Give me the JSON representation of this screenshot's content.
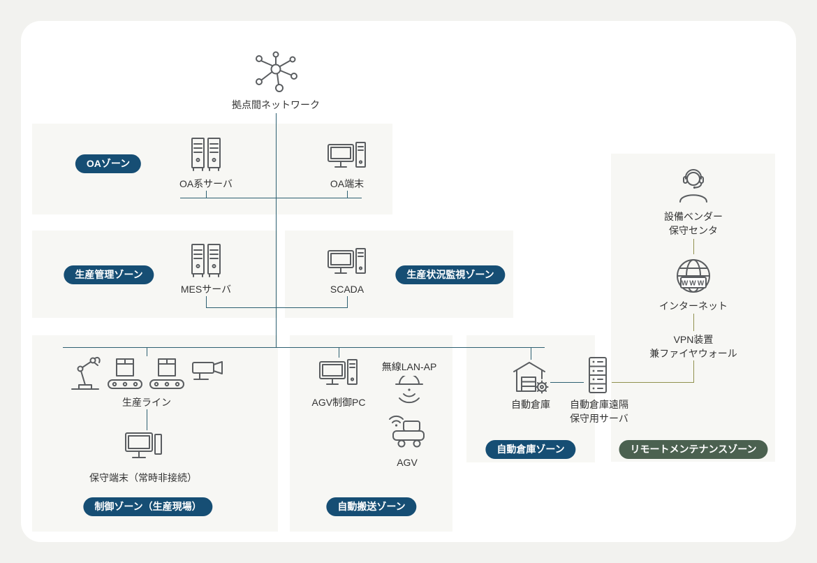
{
  "colors": {
    "page_bg": "#f2f2ef",
    "card_bg": "#ffffff",
    "zone_bg": "#f7f7f4",
    "badge_navy": "#164e74",
    "badge_green": "#4b6150",
    "line_teal": "#2d6071",
    "line_olive": "#90914f",
    "icon_stroke": "#5a5d60",
    "text": "#333333"
  },
  "network": {
    "label": "拠点間ネットワーク"
  },
  "zones": {
    "oa": {
      "badge": "OAゾーン",
      "server_label": "OA系サーバ",
      "terminal_label": "OA端末"
    },
    "production_mgmt": {
      "badge": "生産管理ゾーン",
      "mes_label": "MESサーバ"
    },
    "monitoring": {
      "badge": "生産状況監視ゾーン",
      "scada_label": "SCADA"
    },
    "control": {
      "badge": "制御ゾーン（生産現場）",
      "line_label": "生産ライン",
      "maintenance_label": "保守端末（常時非接続）"
    },
    "transport": {
      "badge": "自動搬送ゾーン",
      "agv_pc_label": "AGV制御PC",
      "ap_label": "無線LAN-AP",
      "agv_label": "AGV"
    },
    "warehouse": {
      "badge": "自動倉庫ゾーン",
      "warehouse_label": "自動倉庫",
      "remote_server_label_1": "自動倉庫遠隔",
      "remote_server_label_2": "保守用サーバ"
    },
    "remote": {
      "badge": "リモートメンテナンスゾーン",
      "vendor_label_1": "設備ベンダー",
      "vendor_label_2": "保守センタ",
      "internet_label": "インターネット",
      "www_text": "WWW",
      "vpn_label_1": "VPN装置",
      "vpn_label_2": "兼ファイヤウォール"
    }
  }
}
